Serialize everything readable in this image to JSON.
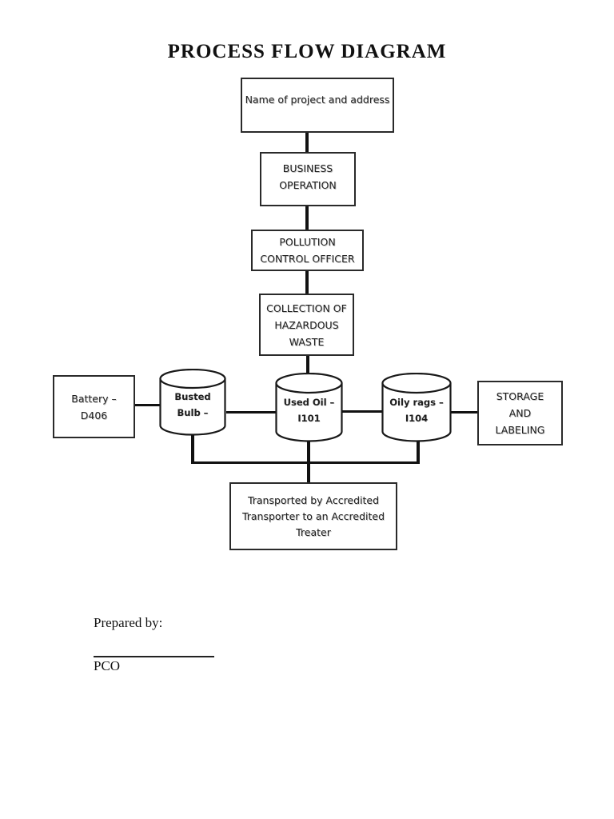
{
  "title": "PROCESS FLOW DIAGRAM",
  "flow": {
    "project": {
      "lines": [
        "Name of project and address"
      ]
    },
    "business": {
      "lines": [
        "BUSINESS",
        "OPERATION"
      ]
    },
    "pollution": {
      "lines": [
        "POLLUTION",
        "CONTROL OFFICER"
      ]
    },
    "collection": {
      "lines": [
        "COLLECTION OF",
        "HAZARDOUS",
        "WASTE"
      ]
    },
    "battery": {
      "lines": [
        "Battery –",
        "D406"
      ]
    },
    "busted_bulb": {
      "lines": [
        "Busted",
        "Bulb –"
      ]
    },
    "used_oil": {
      "lines": [
        "Used Oil –",
        "I101"
      ]
    },
    "oily_rags": {
      "lines": [
        "Oily rags –",
        "I104"
      ]
    },
    "storage": {
      "lines": [
        "STORAGE",
        "AND",
        "LABELING"
      ]
    },
    "transport": {
      "lines": [
        "Transported by Accredited",
        "Transporter to an Accredited",
        "Treater"
      ]
    }
  },
  "footer": {
    "prepared_by": "Prepared by:",
    "signatory": "PCO"
  },
  "colors": {
    "ink": "#1a1a1a",
    "page_bg": "#ffffff"
  }
}
